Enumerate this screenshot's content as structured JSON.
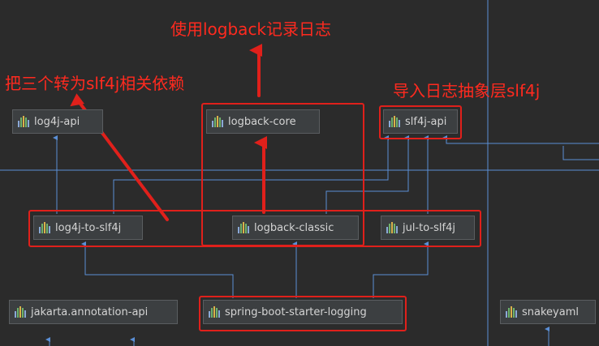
{
  "nodes": {
    "log4j_api": "log4j-api",
    "logback_core": "logback-core",
    "slf4j_api": "slf4j-api",
    "log4j_to_slf4j": "log4j-to-slf4j",
    "logback_classic": "logback-classic",
    "jul_to_slf4j": "jul-to-slf4j",
    "jakarta_annotation_api": "jakarta.annotation-api",
    "spring_boot_starter_logging": "spring-boot-starter-logging",
    "snakeyaml": "snakeyaml"
  },
  "annotations": {
    "use_logback": "使用logback记录日志",
    "convert_three": "把三个转为slf4j相关依赖",
    "import_abstraction": "导入日志抽象层slf4j"
  },
  "colors": {
    "background": "#2b2b2b",
    "wire": "#5b8fd6",
    "highlight": "#e0201b",
    "annotation": "#ff2a1f",
    "icon_bars": [
      "#8aa9d6",
      "#6fb36b",
      "#d9b24a",
      "#6fb36b",
      "#8aa9d6"
    ]
  }
}
